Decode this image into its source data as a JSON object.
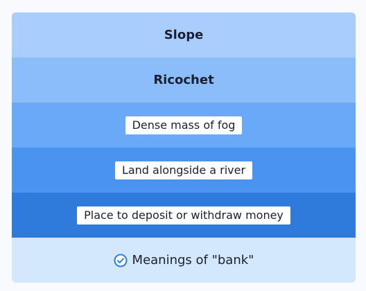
{
  "options": [
    {
      "label": "Slope",
      "style": "plain",
      "color": "#a9cdfd"
    },
    {
      "label": "Ricochet",
      "style": "plain",
      "color": "#8cbdfb"
    },
    {
      "label": "Dense mass of fog",
      "style": "chip",
      "color": "#6aa9f7"
    },
    {
      "label": "Land alongside a river",
      "style": "chip",
      "color": "#4a93ee"
    },
    {
      "label": "Place to deposit or withdraw money",
      "style": "chip",
      "color": "#2e7bdc"
    }
  ],
  "footer": {
    "label": "Meanings of \"bank\"",
    "icon": "check-circle-icon",
    "background": "#d4e8fd",
    "icon_color": "#2e7bdc"
  }
}
